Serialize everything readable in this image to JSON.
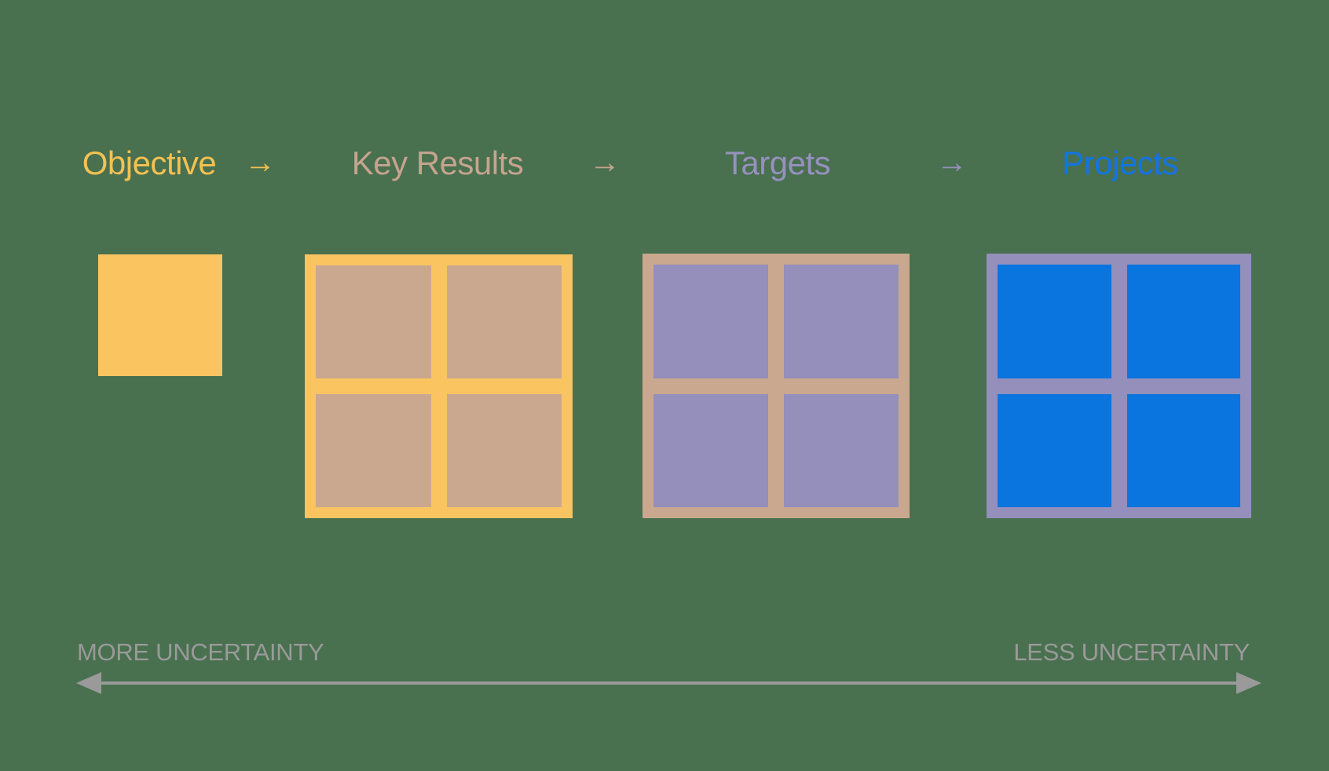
{
  "background_color": "#49704F",
  "header": {
    "arrow_char": "→",
    "steps": [
      {
        "label": "Objective",
        "color": "#F4C151"
      },
      {
        "label": "Key Results",
        "color": "#C5A48E"
      },
      {
        "label": "Targets",
        "color": "#9691BE"
      },
      {
        "label": "Projects",
        "color": "#1274E4"
      }
    ],
    "arrows": [
      {
        "name": "arrow-objective-to-key-results",
        "color": "#F4C151"
      },
      {
        "name": "arrow-key-results-to-targets",
        "color": "#C5A48E"
      },
      {
        "name": "arrow-targets-to-projects",
        "color": "#9691BE"
      }
    ]
  },
  "stages": [
    {
      "name": "objective",
      "shape": "single-square",
      "fill": "#FAC461"
    },
    {
      "name": "key-results",
      "shape": "2x2-grid",
      "frame": "#FAC461",
      "cell": "#CAA88F"
    },
    {
      "name": "targets",
      "shape": "2x2-grid",
      "frame": "#CAA88F",
      "cell": "#948FBB"
    },
    {
      "name": "projects",
      "shape": "2x2-grid",
      "frame": "#948FBB",
      "cell": "#0A75DE"
    }
  ],
  "axis": {
    "left_label": "MORE UNCERTAINTY",
    "right_label": "LESS UNCERTAINTY",
    "color": "#9A9A9A"
  }
}
